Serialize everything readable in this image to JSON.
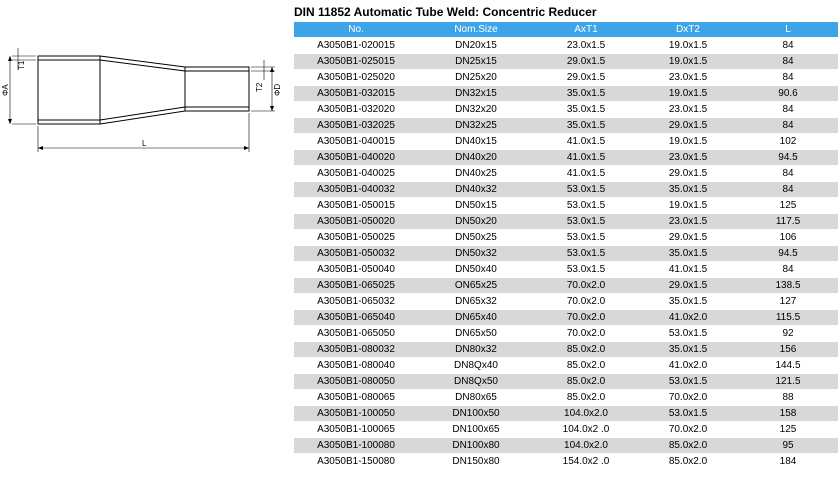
{
  "title": "DIN 11852 Automatic Tube Weld: Concentric Reducer",
  "drawing": {
    "labels": {
      "t1": "T1",
      "a": "ΦA",
      "t2": "T2",
      "d": "ΦD",
      "l": "L"
    },
    "line_color": "#000000"
  },
  "table": {
    "header_color": "#3ea4ea",
    "stripe_color": "#d8d8d8",
    "columns": [
      "No.",
      "Nom.Size",
      "AxT1",
      "DxT2",
      "L"
    ],
    "rows": [
      [
        "A3050B1-020015",
        "DN20x15",
        "23.0x1.5",
        "19.0x1.5",
        "84"
      ],
      [
        "A3050B1-025015",
        "DN25x15",
        "29.0x1.5",
        "19.0x1.5",
        "84"
      ],
      [
        "A3050B1-025020",
        "DN25x20",
        "29.0x1.5",
        "23.0x1.5",
        "84"
      ],
      [
        "A3050B1-032015",
        "DN32x15",
        "35.0x1.5",
        "19.0x1.5",
        "90.6"
      ],
      [
        "A3050B1-032020",
        "DN32x20",
        "35.0x1.5",
        "23.0x1.5",
        "84"
      ],
      [
        "A3050B1-032025",
        "DN32x25",
        "35.0x1.5",
        "29.0x1.5",
        "84"
      ],
      [
        "A3050B1-040015",
        "DN40x15",
        "41.0x1.5",
        "19.0x1.5",
        "102"
      ],
      [
        "A3050B1-040020",
        "DN40x20",
        "41.0x1.5",
        "23.0x1.5",
        "94.5"
      ],
      [
        "A3050B1-040025",
        "DN40x25",
        "41.0x1.5",
        "29.0x1.5",
        "84"
      ],
      [
        "A3050B1-040032",
        "DN40x32",
        "53.0x1.5",
        "35.0x1.5",
        "84"
      ],
      [
        "A3050B1-050015",
        "DN50x15",
        "53.0x1.5",
        "19.0x1.5",
        "125"
      ],
      [
        "A3050B1-050020",
        "DN50x20",
        "53.0x1.5",
        "23.0x1.5",
        "117.5"
      ],
      [
        "A3050B1-050025",
        "DN50x25",
        "53.0x1.5",
        "29.0x1.5",
        "106"
      ],
      [
        "A3050B1-050032",
        "DN50x32",
        "53.0x1.5",
        "35.0x1.5",
        "94.5"
      ],
      [
        "A3050B1-050040",
        "DN50x40",
        "53.0x1.5",
        "41.0x1.5",
        "84"
      ],
      [
        "A3050B1-065025",
        "ON65x25",
        "70.0x2.0",
        "29.0x1.5",
        "138.5"
      ],
      [
        "A3050B1-065032",
        "DN65x32",
        "70.0x2.0",
        "35.0x1.5",
        "127"
      ],
      [
        "A3050B1-065040",
        "DN65x40",
        "70.0x2.0",
        "41.0x2.0",
        "115.5"
      ],
      [
        "A3050B1-065050",
        "DN65x50",
        "70.0x2.0",
        "53.0x1.5",
        "92"
      ],
      [
        "A3050B1-080032",
        "DN80x32",
        "85.0x2.0",
        "35.0x1.5",
        "156"
      ],
      [
        "A3050B1-080040",
        "DN8Qx40",
        "85.0x2.0",
        "41.0x2.0",
        "144.5"
      ],
      [
        "A3050B1-080050",
        "DN8Qx50",
        "85.0x2.0",
        "53.0x1.5",
        "121.5"
      ],
      [
        "A3050B1-080065",
        "DN80x65",
        "85.0x2.0",
        "70.0x2.0",
        "88"
      ],
      [
        "A3050B1-100050",
        "DN100x50",
        "104.0x2.0",
        "53.0x1.5",
        "158"
      ],
      [
        "A3050B1-100065",
        "DN100x65",
        "104.0x2 .0",
        "70.0x2.0",
        "125"
      ],
      [
        "A3050B1-100080",
        "DN100x80",
        "104.0x2.0",
        "85.0x2.0",
        "95"
      ],
      [
        "A3050B1-150080",
        "DN150x80",
        "154.0x2 .0",
        "85.0x2.0",
        "184"
      ]
    ]
  }
}
